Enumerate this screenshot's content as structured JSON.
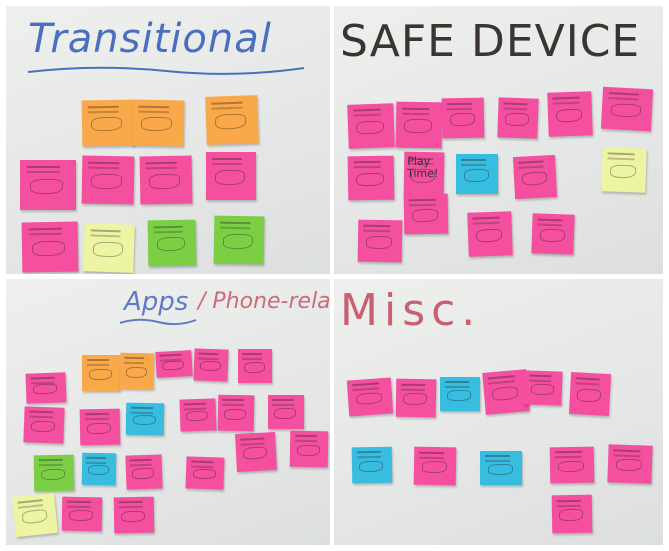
{
  "colors": {
    "pink": "#f54f9f",
    "orange": "#f9a84a",
    "yellow": "#eef5a2",
    "blue": "#37bde0",
    "green": "#7ccf45",
    "marker_blue": "#4a6fc0",
    "marker_black": "#3a3533",
    "marker_red": "#c9606f"
  },
  "sections": {
    "transitional": {
      "heading": "Transitional",
      "notes": [
        {
          "color": "orange",
          "text": "",
          "rot": -1
        },
        {
          "color": "orange",
          "text": "",
          "rot": 1
        },
        {
          "color": "orange",
          "text": "",
          "rot": -2
        },
        {
          "color": "pink",
          "text": "",
          "rot": 0
        },
        {
          "color": "pink",
          "text": "",
          "rot": 1
        },
        {
          "color": "pink",
          "text": "",
          "rot": -1
        },
        {
          "color": "pink",
          "text": "",
          "rot": 0
        },
        {
          "color": "pink",
          "text": "",
          "rot": -1
        },
        {
          "color": "yellow",
          "text": "",
          "rot": 2
        },
        {
          "color": "green",
          "text": "",
          "rot": -1
        },
        {
          "color": "green",
          "text": "",
          "rot": 1
        }
      ]
    },
    "safe_device": {
      "heading": "SAFE DEVICE",
      "notes": [
        {
          "color": "pink",
          "text": "",
          "rot": -2
        },
        {
          "color": "pink",
          "text": "",
          "rot": 1
        },
        {
          "color": "pink",
          "text": "",
          "rot": -1
        },
        {
          "color": "pink",
          "text": "",
          "rot": 2
        },
        {
          "color": "pink",
          "text": "",
          "rot": -2
        },
        {
          "color": "pink",
          "text": "",
          "rot": 3
        },
        {
          "color": "pink",
          "text": "",
          "rot": -1
        },
        {
          "color": "pink",
          "text": "Play\nTime!",
          "rot": 1
        },
        {
          "color": "blue",
          "text": "",
          "rot": 0
        },
        {
          "color": "pink",
          "text": "",
          "rot": -3
        },
        {
          "color": "yellow",
          "text": "",
          "rot": 2
        },
        {
          "color": "pink",
          "text": "",
          "rot": -1
        },
        {
          "color": "pink",
          "text": "",
          "rot": 1
        },
        {
          "color": "pink",
          "text": "",
          "rot": -2
        },
        {
          "color": "pink",
          "text": "",
          "rot": 2
        }
      ]
    },
    "apps": {
      "heading": "Apps",
      "heading_2": "/ Phone-relate",
      "notes": [
        {
          "color": "pink",
          "text": "",
          "rot": -2
        },
        {
          "color": "orange",
          "text": "",
          "rot": 0
        },
        {
          "color": "orange",
          "text": "",
          "rot": 1
        },
        {
          "color": "pink",
          "text": "",
          "rot": -3
        },
        {
          "color": "pink",
          "text": "",
          "rot": 2
        },
        {
          "color": "pink",
          "text": "",
          "rot": 0
        },
        {
          "color": "pink",
          "text": "",
          "rot": 2
        },
        {
          "color": "pink",
          "text": "",
          "rot": -1
        },
        {
          "color": "blue",
          "text": "",
          "rot": 1
        },
        {
          "color": "pink",
          "text": "",
          "rot": -2
        },
        {
          "color": "pink",
          "text": "",
          "rot": 1
        },
        {
          "color": "pink",
          "text": "",
          "rot": 0
        },
        {
          "color": "green",
          "text": "",
          "rot": -1
        },
        {
          "color": "blue",
          "text": "",
          "rot": 1
        },
        {
          "color": "pink",
          "text": "",
          "rot": -2
        },
        {
          "color": "pink",
          "text": "",
          "rot": 2
        },
        {
          "color": "pink",
          "text": "",
          "rot": -3
        },
        {
          "color": "pink",
          "text": "",
          "rot": 1
        },
        {
          "color": "yellow",
          "text": "",
          "rot": -6
        },
        {
          "color": "pink",
          "text": "",
          "rot": 1
        },
        {
          "color": "pink",
          "text": "",
          "rot": -1
        }
      ]
    },
    "misc": {
      "heading": "Misc.",
      "notes": [
        {
          "color": "pink",
          "text": "",
          "rot": -4
        },
        {
          "color": "pink",
          "text": "",
          "rot": 1
        },
        {
          "color": "blue",
          "text": "",
          "rot": 0
        },
        {
          "color": "pink",
          "text": "",
          "rot": -5
        },
        {
          "color": "pink",
          "text": "",
          "rot": 2
        },
        {
          "color": "pink",
          "text": "",
          "rot": 3
        },
        {
          "color": "blue",
          "text": "",
          "rot": -1
        },
        {
          "color": "pink",
          "text": "",
          "rot": 1
        },
        {
          "color": "blue",
          "text": "",
          "rot": 0
        },
        {
          "color": "pink",
          "text": "",
          "rot": -1
        },
        {
          "color": "pink",
          "text": "",
          "rot": 2
        },
        {
          "color": "pink",
          "text": "",
          "rot": -1
        }
      ]
    }
  }
}
